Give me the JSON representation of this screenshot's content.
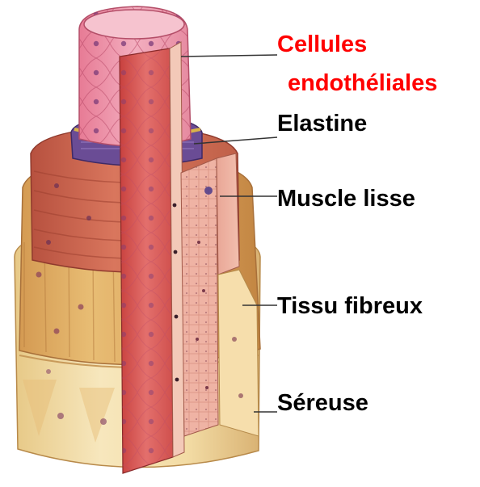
{
  "labels": {
    "cellules": "Cellules",
    "endotheliales": "endothéliales",
    "elastine": "Elastine",
    "muscle_lisse": "Muscle lisse",
    "tissu_fibreux": "Tissu fibreux",
    "sereuse": "Séreuse"
  },
  "colors": {
    "highlight_label": "#ff0000",
    "label": "#000000",
    "leader_line": "#333333",
    "endothelium": "#e98aa0",
    "elastin": "#5a3f8a",
    "smooth_muscle": "#c9614f",
    "fibrous_tissue": "#e7c98a",
    "serosa": "#f1dca8"
  }
}
